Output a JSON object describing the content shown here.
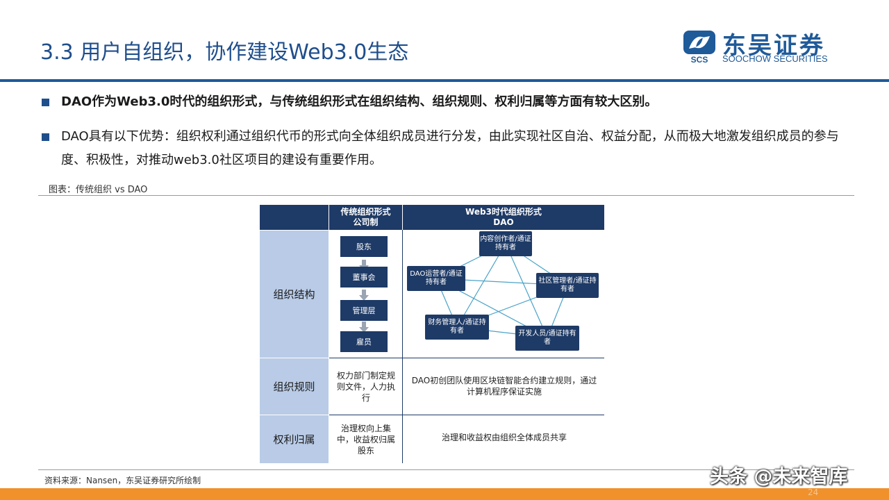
{
  "header": {
    "title": "3.3 用户自组织，协作建设Web3.0生态",
    "logo_cn": "东吴证券",
    "logo_en": "SOOCHOW SECURITIES",
    "logo_mark_text": "SCS"
  },
  "bullets": [
    {
      "text": "DAO作为Web3.0时代的组织形式，与传统组织形式在组织结构、组织规则、权利归属等方面有较大区别。"
    },
    {
      "text": "DAO具有以下优势：组织权利通过组织代币的形式向全体组织成员进行分发，由此实现社区自治、权益分配，从而极大地激发组织成员的参与度、积极性，对推动web3.0社区项目的建设有重要作用。"
    }
  ],
  "figure": {
    "label": "图表：传统组织 vs DAO",
    "table": {
      "header": {
        "traditional_line1": "传统组织形式",
        "traditional_line2": "公司制",
        "dao_line1": "Web3时代组织形式",
        "dao_line2": "DAO"
      },
      "rows": {
        "structure": "组织结构",
        "rules": "组织规则",
        "rights": "权利归属"
      },
      "traditional_chain": [
        "股东",
        "董事会",
        "管理层",
        "雇员"
      ],
      "dao_nodes": {
        "creator": "内容创作者/通证持有者",
        "operator": "DAO运营者/通证持有者",
        "community": "社区管理者/通证持有者",
        "finance": "财务管理人/通证持有者",
        "developer": "开发人员/通证持有者"
      },
      "rules_traditional": "权力部门制定规则文件，人力执行",
      "rules_dao": "DAO初创团队使用区块链智能合约建立规则，通过计算机程序保证实施",
      "rights_traditional": "治理权向上集中，收益权归属股东",
      "rights_dao": "治理和收益权由组织全体成员共享"
    }
  },
  "footer": {
    "source": "资料来源：Nansen，东吴证券研究所绘制",
    "page": "24",
    "watermark": "头条 @未来智库"
  },
  "colors": {
    "brand_blue": "#1f5a99",
    "table_dark": "#1e3a66",
    "row_header": "#b9cbe6",
    "footer_orange": "#f0912c"
  }
}
